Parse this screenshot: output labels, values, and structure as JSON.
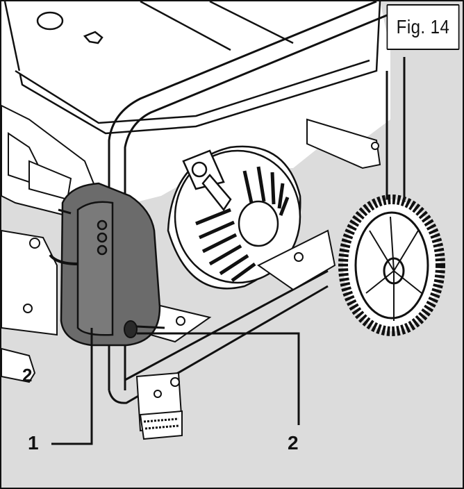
{
  "figure": {
    "label": "Fig. 14",
    "callouts": {
      "one": "1",
      "two": "2",
      "two_left": "2"
    }
  },
  "colors": {
    "background": "#dcdcdc",
    "fuel_tank": "#6b6b6b",
    "line_art": "#111111"
  }
}
